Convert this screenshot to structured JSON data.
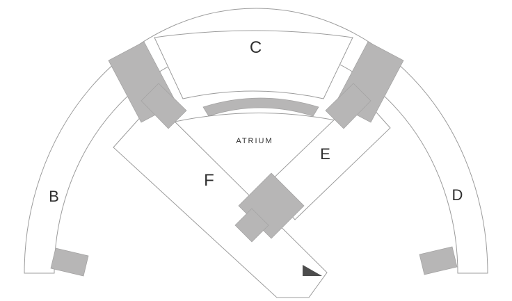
{
  "diagram": {
    "labels": {
      "wing_b": "B",
      "wing_c": "C",
      "wing_d": "D",
      "wing_e": "E",
      "wing_f": "F",
      "atrium": "ATRIUM"
    },
    "colors": {
      "background": "#ffffff",
      "outline_gray": "#9c9c9c",
      "block_gray": "#b7b6b6",
      "marker_dark": "#4d4d4d",
      "label_text": "#2f2f2f"
    }
  }
}
